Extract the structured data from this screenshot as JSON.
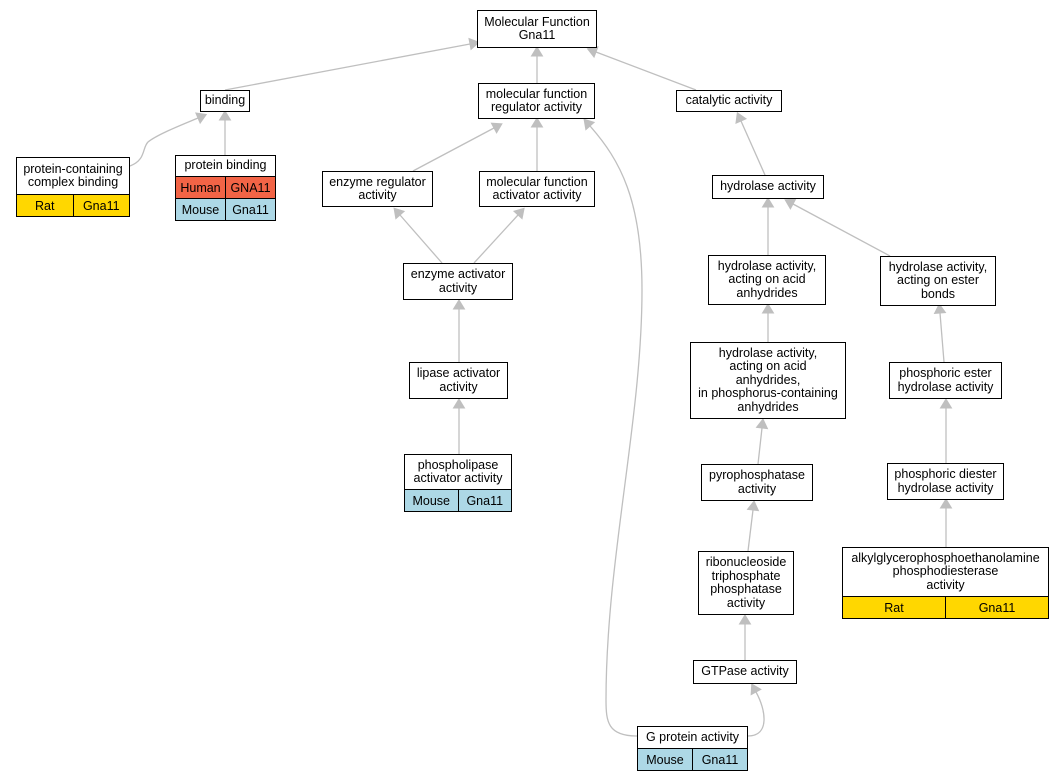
{
  "colors": {
    "edge": "#bfbfbf",
    "human": "#f26446",
    "mouse": "#add8e6",
    "rat": "#ffd700",
    "node_border": "#000000",
    "node_fill": "#ffffff"
  },
  "nodes": {
    "root": {
      "lines": [
        "Molecular Function",
        "Gna11"
      ]
    },
    "binding": {
      "lines": [
        "binding"
      ]
    },
    "mf_regulator": {
      "lines": [
        "molecular function",
        "regulator activity"
      ]
    },
    "catalytic": {
      "lines": [
        "catalytic activity"
      ]
    },
    "protein_complex_binding": {
      "lines": [
        "protein-containing",
        "complex binding"
      ],
      "annotations": [
        {
          "species": "Rat",
          "gene": "Gna11",
          "color_key": "rat"
        }
      ]
    },
    "protein_binding": {
      "lines": [
        "protein binding"
      ],
      "annotations": [
        {
          "species": "Human",
          "gene": "GNA11",
          "color_key": "human"
        },
        {
          "species": "Mouse",
          "gene": "Gna11",
          "color_key": "mouse"
        }
      ]
    },
    "enzyme_regulator": {
      "lines": [
        "enzyme regulator",
        "activity"
      ]
    },
    "mf_activator": {
      "lines": [
        "molecular function",
        "activator activity"
      ]
    },
    "enzyme_activator": {
      "lines": [
        "enzyme activator",
        "activity"
      ]
    },
    "lipase_activator": {
      "lines": [
        "lipase activator",
        "activity"
      ]
    },
    "phospholipase_activator": {
      "lines": [
        "phospholipase",
        "activator activity"
      ],
      "annotations": [
        {
          "species": "Mouse",
          "gene": "Gna11",
          "color_key": "mouse"
        }
      ]
    },
    "hydrolase": {
      "lines": [
        "hydrolase activity"
      ]
    },
    "hydrolase_acid_anhydrides": {
      "lines": [
        "hydrolase activity,",
        "acting on acid",
        "anhydrides"
      ]
    },
    "hydrolase_ester": {
      "lines": [
        "hydrolase activity,",
        "acting on ester",
        "bonds"
      ]
    },
    "hydrolase_phosphorus": {
      "lines": [
        "hydrolase activity,",
        "acting on acid",
        "anhydrides,",
        "in phosphorus-containing",
        "anhydrides"
      ]
    },
    "phosphoric_ester": {
      "lines": [
        "phosphoric ester",
        "hydrolase activity"
      ]
    },
    "pyrophosphatase": {
      "lines": [
        "pyrophosphatase",
        "activity"
      ]
    },
    "phosphoric_diester": {
      "lines": [
        "phosphoric diester",
        "hydrolase activity"
      ]
    },
    "rntp_phosphatase": {
      "lines": [
        "ribonucleoside",
        "triphosphate",
        "phosphatase",
        "activity"
      ]
    },
    "alkylglycero": {
      "lines": [
        "alkylglycerophosphoethanolamine",
        "phosphodiesterase",
        "activity"
      ],
      "annotations": [
        {
          "species": "Rat",
          "gene": "Gna11",
          "color_key": "rat"
        }
      ]
    },
    "gtpase": {
      "lines": [
        "GTPase activity"
      ]
    },
    "g_protein": {
      "lines": [
        "G protein activity"
      ],
      "annotations": [
        {
          "species": "Mouse",
          "gene": "Gna11",
          "color_key": "mouse"
        }
      ]
    }
  }
}
